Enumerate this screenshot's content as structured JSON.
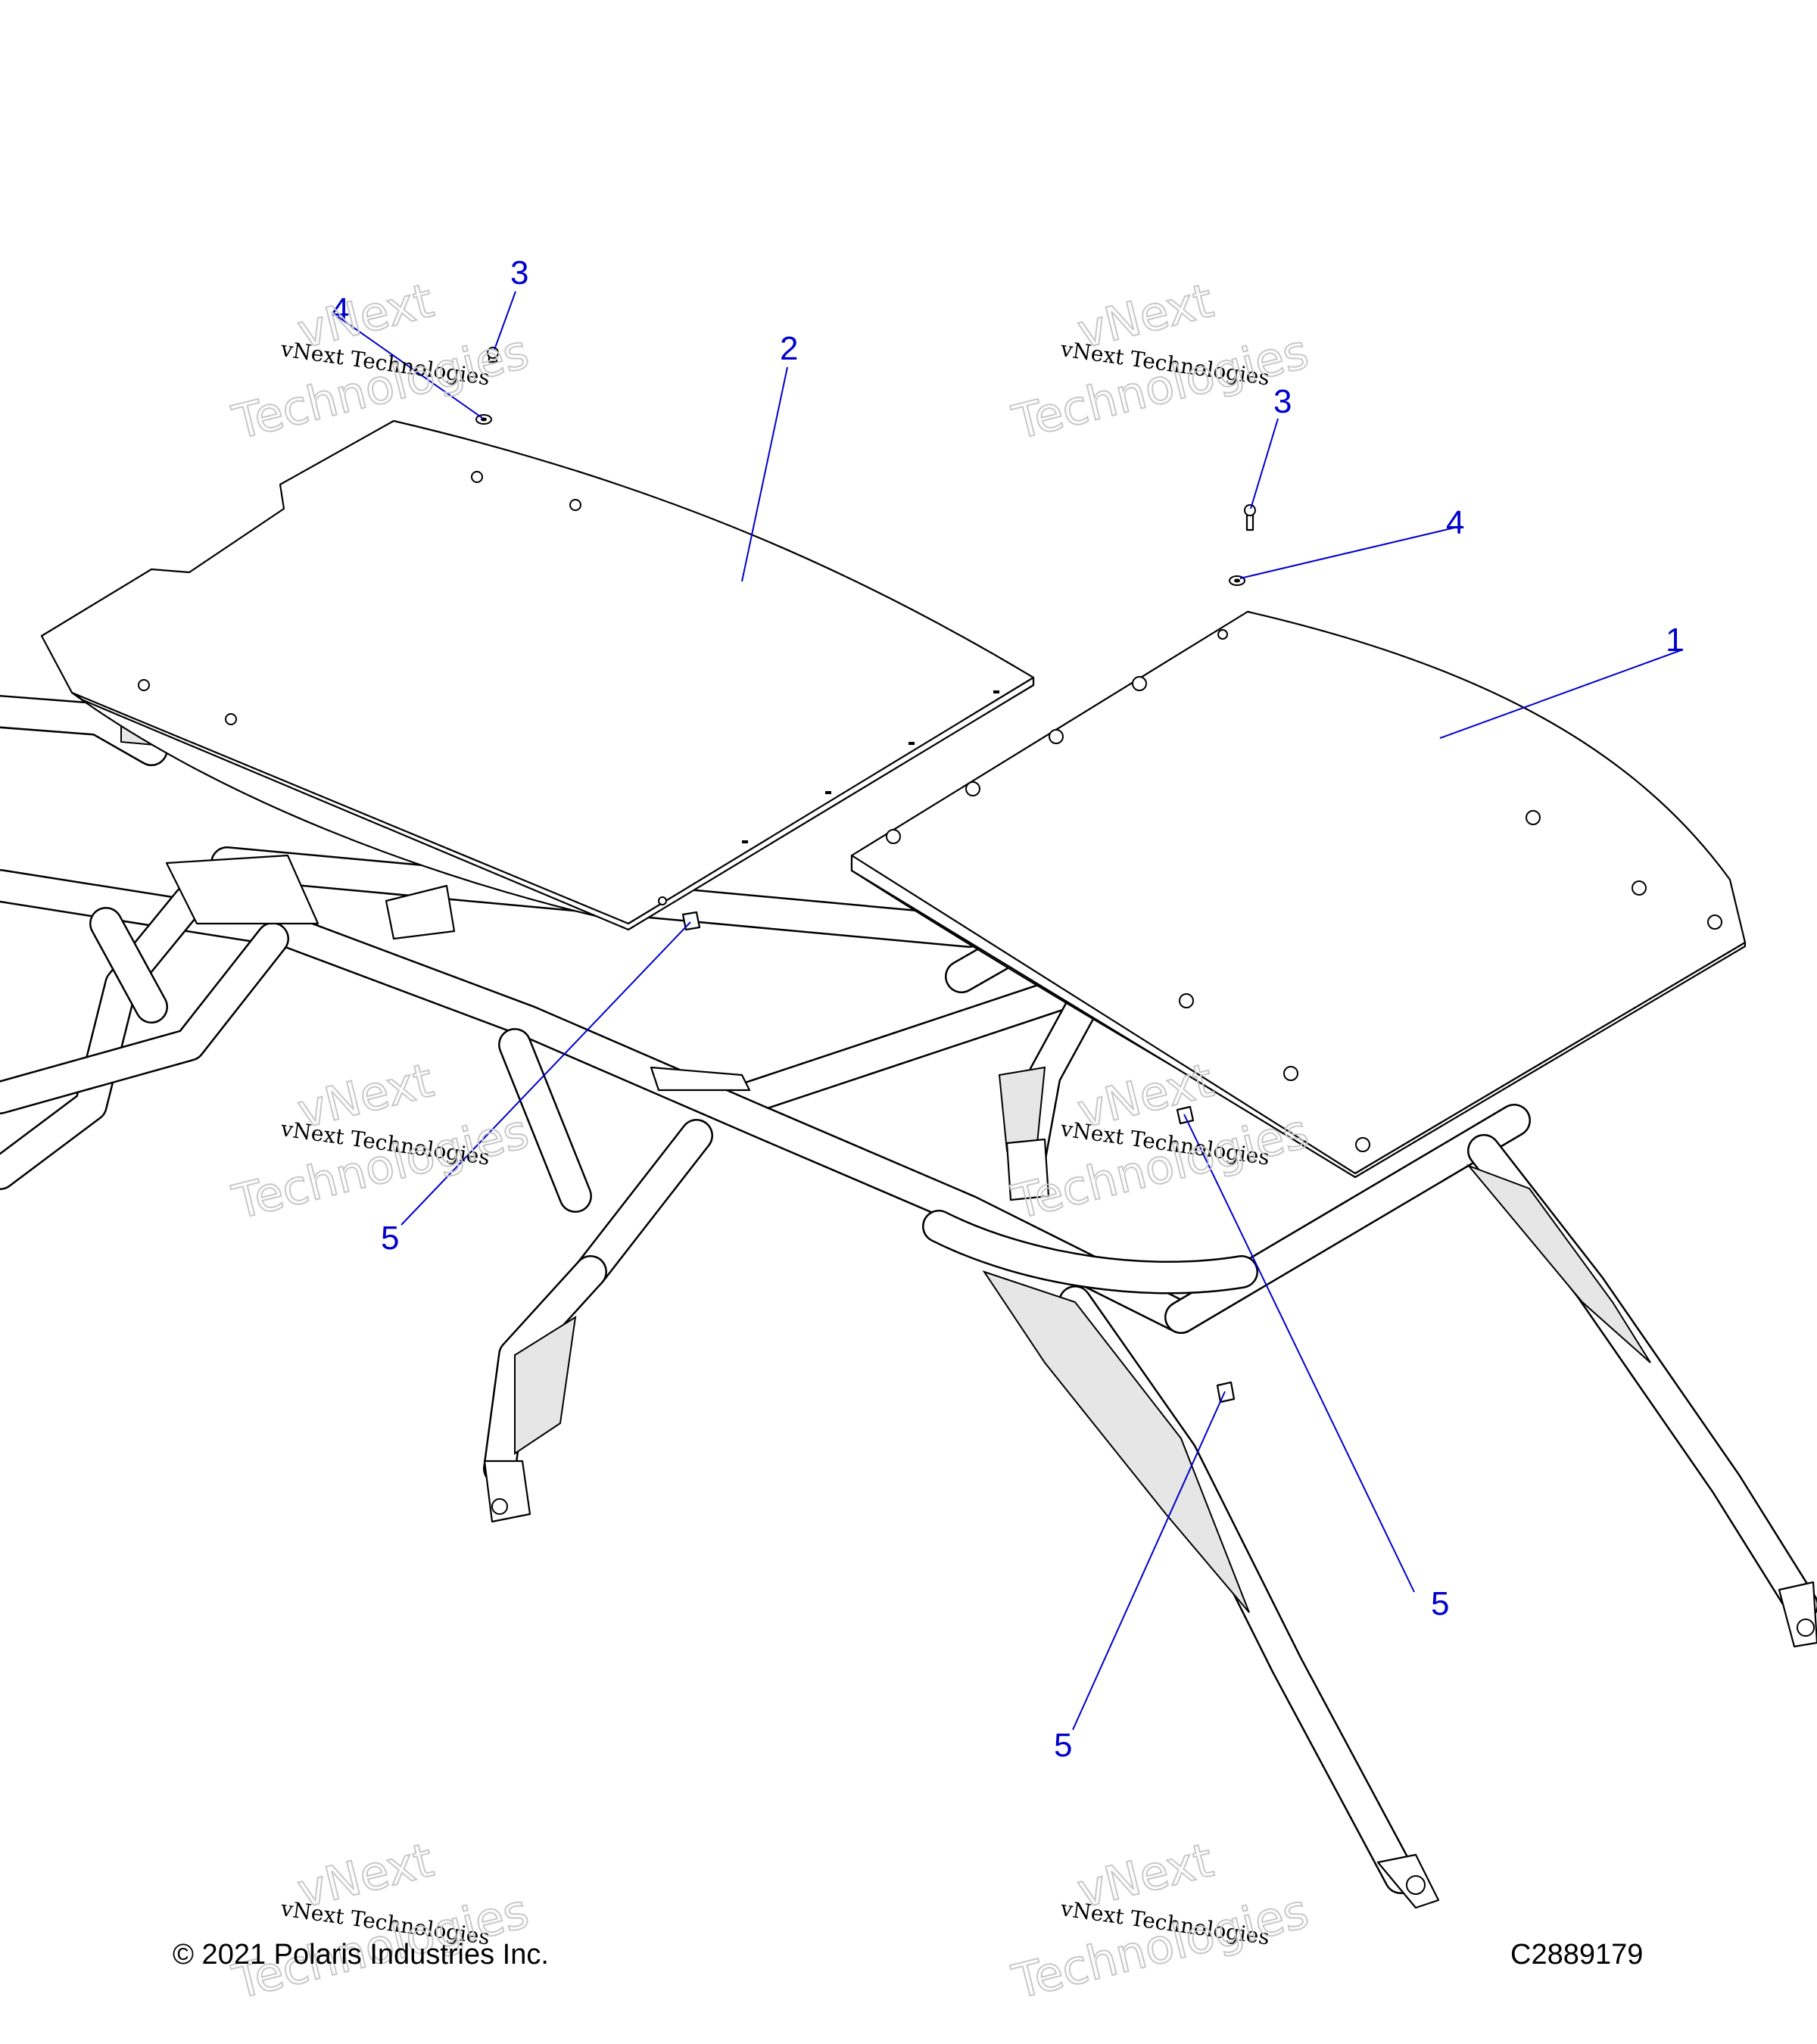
{
  "callouts": [
    {
      "label": "1"
    },
    {
      "label": "2"
    },
    {
      "label": "3"
    },
    {
      "label": "3"
    },
    {
      "label": "4"
    },
    {
      "label": "4"
    },
    {
      "label": "5"
    },
    {
      "label": "5"
    },
    {
      "label": "5"
    }
  ],
  "watermark": {
    "line1": "vNext Technologies",
    "big1": "vNext",
    "big2": "Technologies"
  },
  "footer": {
    "copyright": "© 2021 Polaris Industries Inc.",
    "figure_id": "C2889179"
  },
  "colors": {
    "callout": "#0000cc",
    "line": "#000000",
    "shade": "#e6e6e6"
  }
}
